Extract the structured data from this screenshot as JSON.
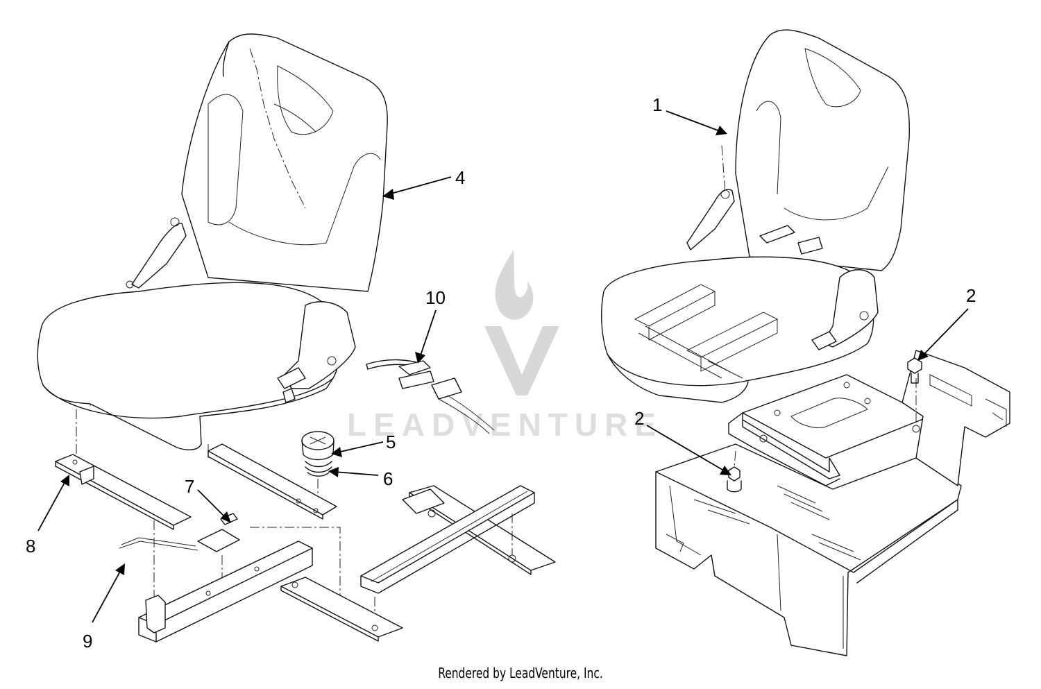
{
  "diagram": {
    "callouts": [
      {
        "id": "c1",
        "text": "1"
      },
      {
        "id": "c2a",
        "text": "2"
      },
      {
        "id": "c2b",
        "text": "2"
      },
      {
        "id": "c4",
        "text": "4"
      },
      {
        "id": "c5",
        "text": "5"
      },
      {
        "id": "c6",
        "text": "6"
      },
      {
        "id": "c7",
        "text": "7"
      },
      {
        "id": "c8",
        "text": "8"
      },
      {
        "id": "c9",
        "text": "9"
      },
      {
        "id": "c10",
        "text": "10"
      }
    ],
    "watermark": "LEADVENTURE",
    "watermark_icon": "flame-v-logo",
    "credit": "Rendered by LeadVenture, Inc."
  }
}
